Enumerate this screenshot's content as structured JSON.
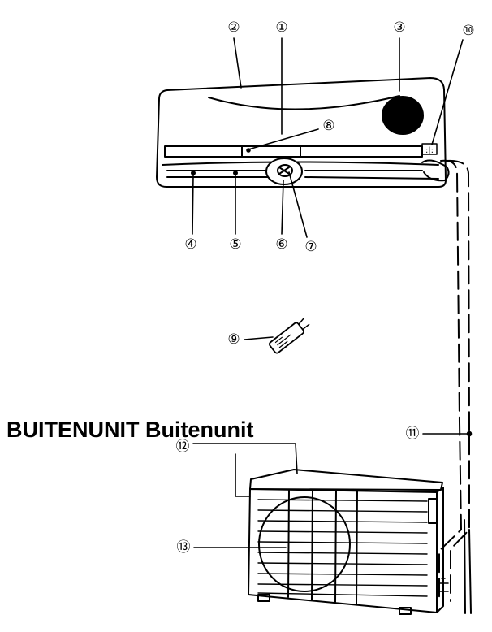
{
  "heading": "BUITENUNIT Buitenunit",
  "callouts": [
    {
      "id": "c1",
      "label": "①"
    },
    {
      "id": "c2",
      "label": "②"
    },
    {
      "id": "c3",
      "label": "③"
    },
    {
      "id": "c4",
      "label": "④"
    },
    {
      "id": "c5",
      "label": "⑤"
    },
    {
      "id": "c6",
      "label": "⑥"
    },
    {
      "id": "c7",
      "label": "⑦"
    },
    {
      "id": "c8",
      "label": "⑧"
    },
    {
      "id": "c9",
      "label": "⑨"
    },
    {
      "id": "c10",
      "label": "⑩"
    },
    {
      "id": "c11",
      "label": "⑪"
    },
    {
      "id": "c12",
      "label": "⑫"
    },
    {
      "id": "c13",
      "label": "⑬"
    }
  ]
}
